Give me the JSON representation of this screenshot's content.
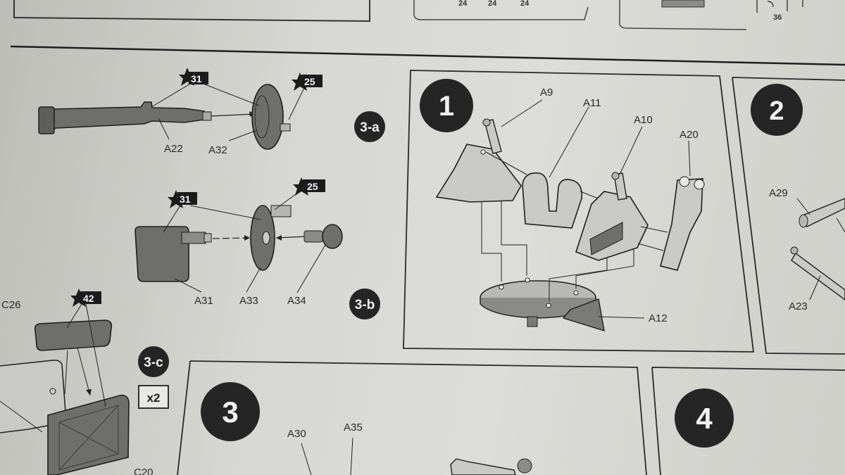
{
  "top_strip": {
    "sprue_numbers": [
      "24",
      "24",
      "24",
      "36"
    ]
  },
  "substeps": [
    {
      "id": "3a",
      "label": "3-a",
      "stars": [
        "31",
        "25"
      ],
      "parts": [
        "A22",
        "A32"
      ]
    },
    {
      "id": "3b",
      "label": "3-b",
      "stars": [
        "31",
        "25"
      ],
      "parts": [
        "A31",
        "A33",
        "A34"
      ]
    },
    {
      "id": "3c",
      "label": "3-c",
      "stars": [
        "42"
      ],
      "parts": [
        "C26",
        "C20"
      ],
      "multiplier": "x2"
    }
  ],
  "steps": [
    {
      "number": "1",
      "parts": [
        "A9",
        "A11",
        "A10",
        "A20",
        "A12"
      ]
    },
    {
      "number": "2",
      "parts": [
        "A29",
        "A23"
      ]
    },
    {
      "number": "3",
      "parts": [
        "A30",
        "A35"
      ]
    },
    {
      "number": "4",
      "parts": []
    }
  ],
  "colors": {
    "badge": "#252525",
    "part_fill": "#6e6e6b",
    "part_fill_light": "#c9c9c6",
    "line": "#222222"
  }
}
